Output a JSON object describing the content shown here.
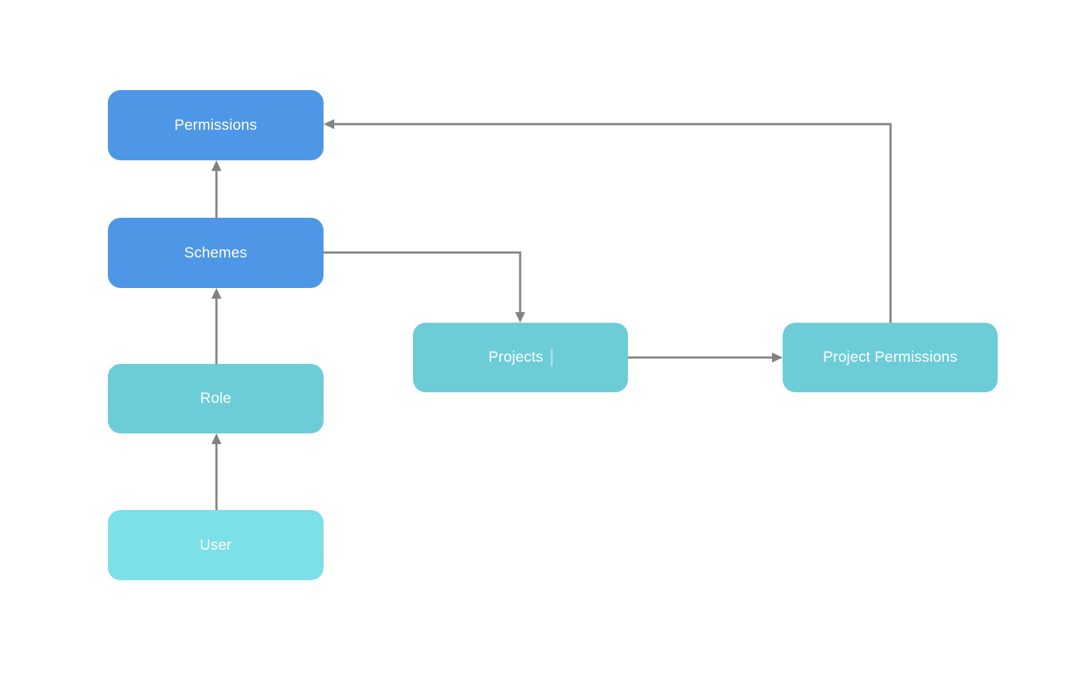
{
  "diagram": {
    "background_color": "#ffffff",
    "arrow_color": "#828282",
    "node_text_color": "#ffffff",
    "nodes": [
      {
        "id": "permissions",
        "label": "Permissions",
        "fill": "#4e97e6"
      },
      {
        "id": "schemes",
        "label": "Schemes",
        "fill": "#4e97e6"
      },
      {
        "id": "role",
        "label": "Role",
        "fill": "#6ccdd8"
      },
      {
        "id": "user",
        "label": "User",
        "fill": "#7be0e8"
      },
      {
        "id": "projects",
        "label": "Projects",
        "fill": "#6ccdd8"
      },
      {
        "id": "project_permissions",
        "label": "Project Permissions",
        "fill": "#6ccdd8"
      }
    ],
    "edges": [
      {
        "from": "user",
        "to": "role",
        "direction": "up"
      },
      {
        "from": "role",
        "to": "schemes",
        "direction": "up"
      },
      {
        "from": "schemes",
        "to": "permissions",
        "direction": "up"
      },
      {
        "from": "schemes",
        "to": "projects",
        "direction": "right-then-down"
      },
      {
        "from": "projects",
        "to": "project_permissions",
        "direction": "right"
      },
      {
        "from": "project_permissions",
        "to": "permissions",
        "direction": "up-then-left"
      }
    ]
  }
}
